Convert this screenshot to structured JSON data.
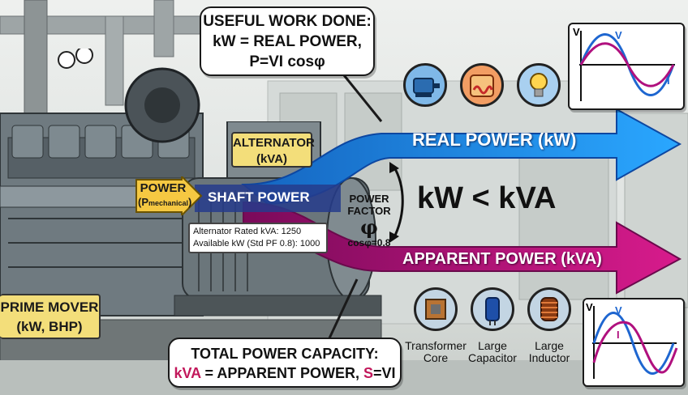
{
  "callout_top": {
    "line1": "USEFUL WORK DONE:",
    "line2": "kW = REAL POWER,",
    "line3": "P=VI cosφ"
  },
  "callout_bottom": {
    "line1": "TOTAL POWER CAPACITY:",
    "kva": "kVA",
    "rest": " = APPARENT POWER, ",
    "s": "S",
    "tail": "=VI"
  },
  "alternator": {
    "line1": "ALTERNATOR",
    "line2": "(kVA)"
  },
  "power_input": {
    "label": "POWER",
    "sub_open": "(P",
    "sub": "mechanical",
    "sub_close": ")"
  },
  "shaft_power": "SHAFT POWER",
  "power_factor": {
    "line1": "POWER",
    "line2": "FACTOR",
    "symbol": "φ",
    "value": "cosφ=0.8"
  },
  "comparison": "kW < kVA",
  "real_power": "REAL POWER (kW)",
  "apparent_power": "APPARENT POWER (kVA)",
  "rating_plate": {
    "line1": "Alternator Rated kVA: 1250",
    "line2": "Available kW (Std PF 0.8): 1000"
  },
  "prime_mover": {
    "line1": "PRIME MOVER",
    "line2": "(kW, BHP)"
  },
  "real_loads": [
    {
      "icon": "motor-icon"
    },
    {
      "icon": "heater-icon"
    },
    {
      "icon": "light-bulb-icon"
    }
  ],
  "reactive_loads": [
    {
      "icon": "transformer-icon",
      "label_1": "Transformer",
      "label_2": "Core"
    },
    {
      "icon": "capacitor-icon",
      "label_1": "Large",
      "label_2": "Capacitor"
    },
    {
      "icon": "inductor-icon",
      "label_1": "Large",
      "label_2": "Inductor"
    }
  ],
  "wave_top": {
    "v_axis": "V",
    "v_curve": "V",
    "i_curve": "I"
  },
  "wave_bottom": {
    "v_axis": "V",
    "v_curve": "V",
    "i_curve": "I"
  },
  "colors": {
    "real": "#1e88ff",
    "apparent": "#b0107e",
    "highlight": "#c2185b"
  }
}
